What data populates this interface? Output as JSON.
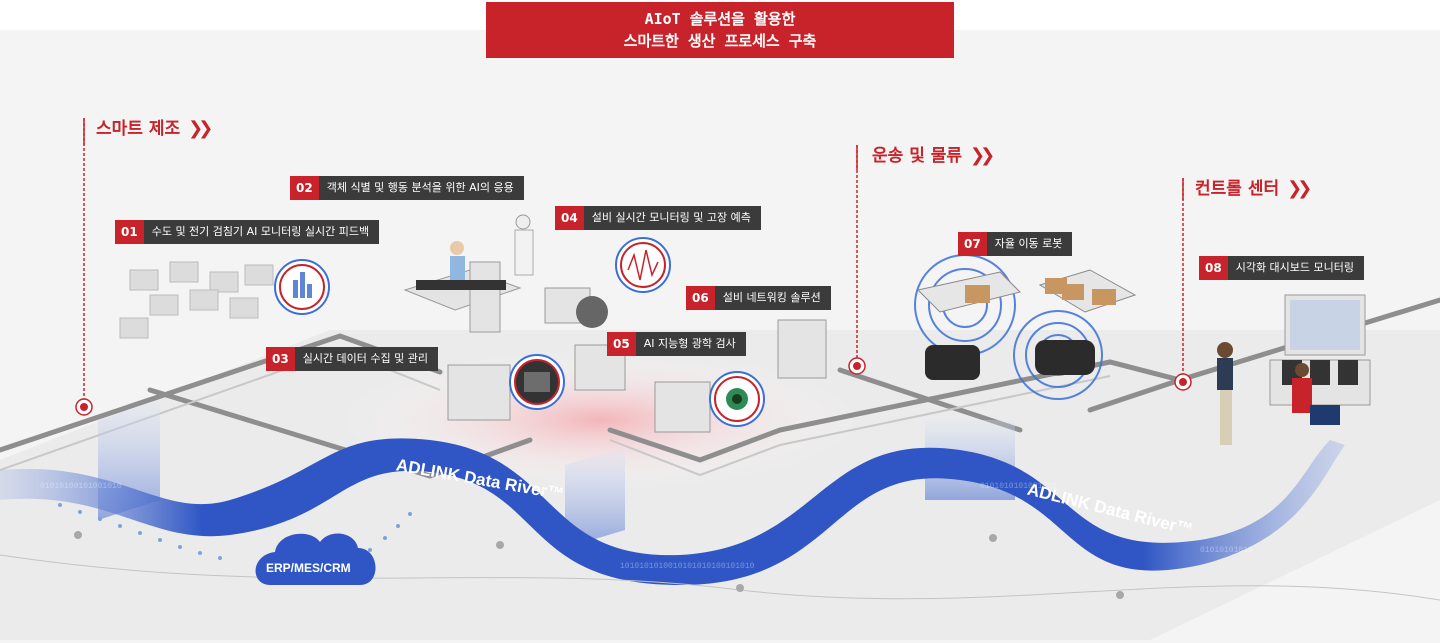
{
  "title": {
    "line1": "AIoT 솔루션을 활용한",
    "line2": "스마트한 생산 프로세스 구축"
  },
  "sections": {
    "smart_manufacturing": "스마트 제조",
    "transport_logistics": "운송 및 물류",
    "control_center": "컨트롤 센터"
  },
  "labels": [
    {
      "num": "01",
      "text": "수도 및 전기 검침기 AI 모니터링 실시간 피드백"
    },
    {
      "num": "02",
      "text": "객체 식별 및 행동 분석을 위한 AI의 응용"
    },
    {
      "num": "03",
      "text": "실시간 데이터 수집 및 관리"
    },
    {
      "num": "04",
      "text": "설비 실시간 모니터링 및 고장 예측"
    },
    {
      "num": "05",
      "text": "AI 지능형 광학 검사"
    },
    {
      "num": "06",
      "text": "설비 네트워킹 솔루션"
    },
    {
      "num": "07",
      "text": "자율 이동 로봇"
    },
    {
      "num": "08",
      "text": "시각화 대시보드 모니터링"
    }
  ],
  "data_river": {
    "label1": "ADLINK Data River™",
    "label2": "ADLINK Data River™"
  },
  "cloud": {
    "label": "ERP/MES/CRM"
  },
  "colors": {
    "accent": "#c8232b",
    "label_bg": "#3b3b3b",
    "river_blue": "#2f56c4"
  }
}
